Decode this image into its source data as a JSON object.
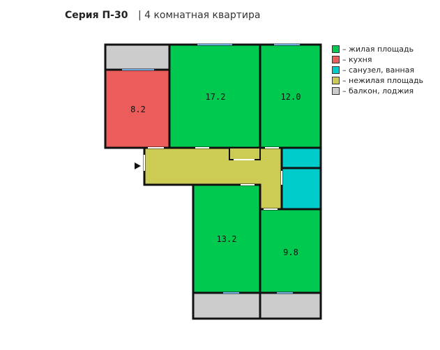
{
  "title": {
    "series": "Серия П-30",
    "subtitle": "| 4 комнатная квартира"
  },
  "legend": [
    {
      "label": "– жилая площадь",
      "color": "#00c94f"
    },
    {
      "label": "– кухня",
      "color": "#ea5d5a"
    },
    {
      "label": "– санузел, ванная",
      "color": "#00cccc"
    },
    {
      "label": "– нежилая площадь",
      "color": "#cccc55"
    },
    {
      "label": "– балкон, лоджия",
      "color": "#cccccc"
    }
  ],
  "rooms": {
    "kitchen": {
      "area": "8.2"
    },
    "living_1": {
      "area": "17.2"
    },
    "living_2": {
      "area": "12.0"
    },
    "living_3": {
      "area": "13.2"
    },
    "living_4": {
      "area": "9.8"
    }
  },
  "colors": {
    "living": "#00c94f",
    "kitchen": "#ea5d5a",
    "bath": "#00cccc",
    "hall": "#cccc55",
    "balcony": "#cccccc",
    "wall": "#111111",
    "window": "#6fa8dc"
  }
}
